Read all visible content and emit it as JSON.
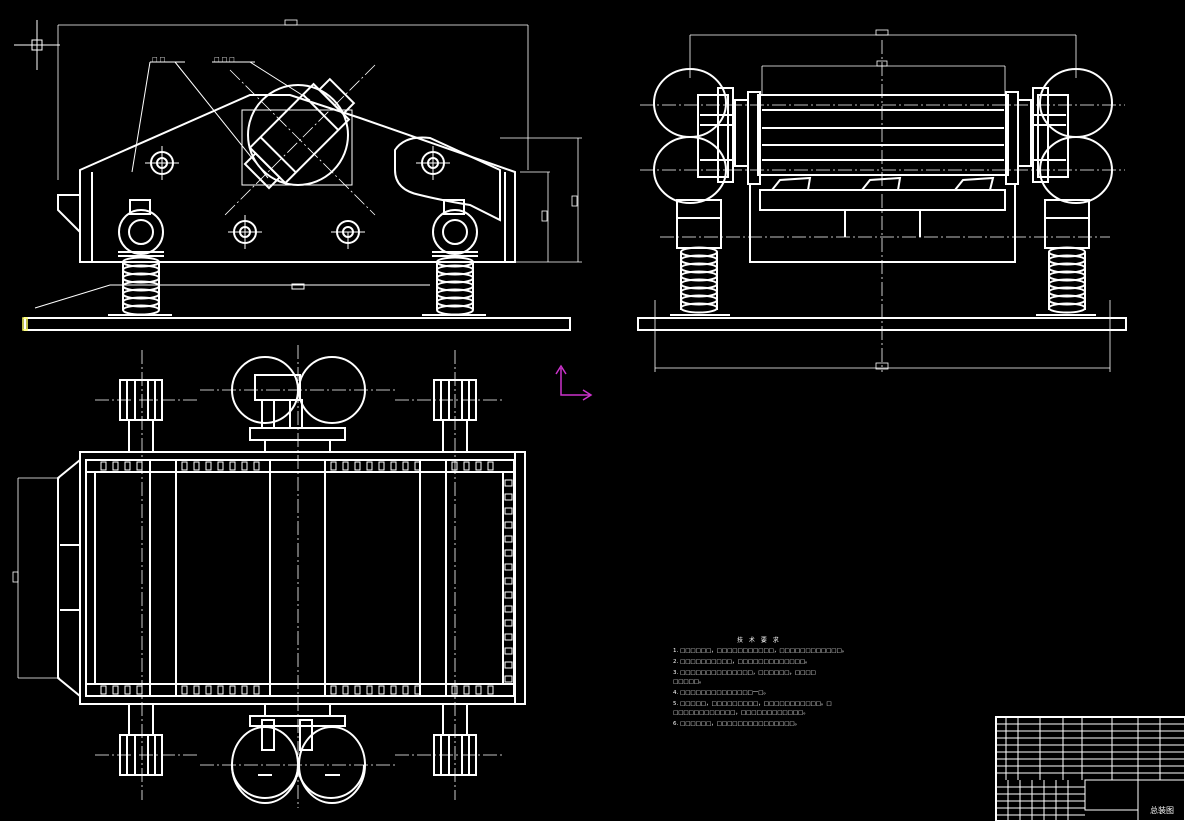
{
  "drawing": {
    "background": "#000000",
    "line_color": "#ffffff",
    "ucs_color": "#cc33cc",
    "grip_color": "#ffff66"
  },
  "views": {
    "front": {
      "leaders": [
        "□ □",
        "□ □ □"
      ]
    },
    "side": {},
    "top": {}
  },
  "notes": {
    "title": "技 术 要 求",
    "items": [
      "1.  □□□□□□，□□□□□□□□□□□，□□□□□□□□□□□□。",
      "2.  □□□□□□□□□□，□□□□□□□□□□□□□。",
      "3.  □□□□□□□□□□□□□□，□□□□□□，□□□□",
      "     □□□□□。",
      "4.  □□□□□□□□□□□□□□一□。",
      "5.  □□□□□，□□□□□□□□□，□□□□□□□□□□□。□",
      "     □□□□□□□□□□□□，□□□□□□□□□□□□。",
      "6.  □□□□□□，□□□□□□□□□□□□□□□。"
    ]
  },
  "title_block": {
    "name": "总装图"
  }
}
